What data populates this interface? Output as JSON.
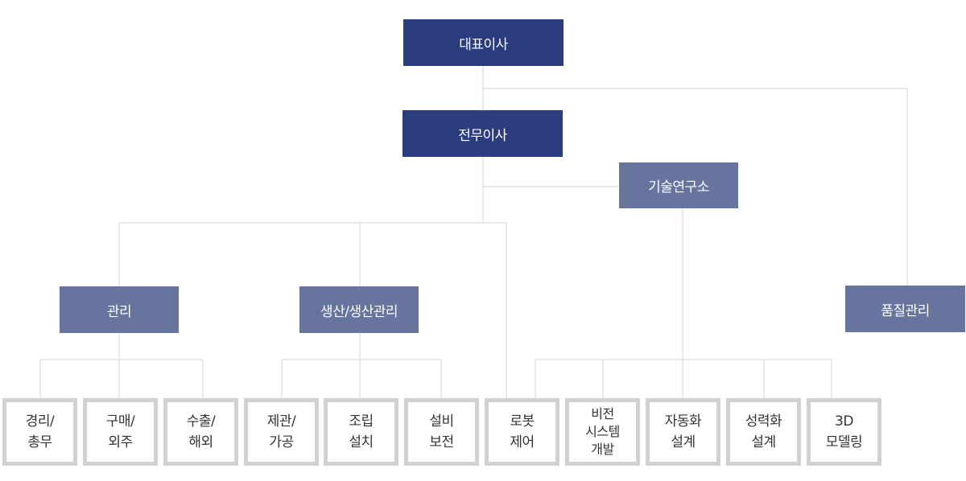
{
  "colors": {
    "exec": "#2b3d7f",
    "dept": "#67749d",
    "leaf_border": "#d1d1d1",
    "line": "#d6d6d6"
  },
  "ceo": "대표이사",
  "managing_director": "전무이사",
  "rnd": "기술연구소",
  "quality": "품질관리",
  "admin": "관리",
  "production": "생산/생산관리",
  "leaves": {
    "accounting": [
      "경리/",
      "총무"
    ],
    "purchasing": [
      "구매/",
      "외주"
    ],
    "export": [
      "수출/",
      "해외"
    ],
    "fabrication": [
      "제관/",
      "가공"
    ],
    "assembly": [
      "조립",
      "설치"
    ],
    "maintenance": [
      "설비",
      "보전"
    ],
    "robot": [
      "로봇",
      "제어"
    ],
    "vision": [
      "비전",
      "시스템",
      "개발"
    ],
    "automation": [
      "자동화",
      "설계"
    ],
    "labor_saving": [
      "성력화",
      "설계"
    ],
    "modeling": [
      "3D",
      "모델링"
    ]
  }
}
